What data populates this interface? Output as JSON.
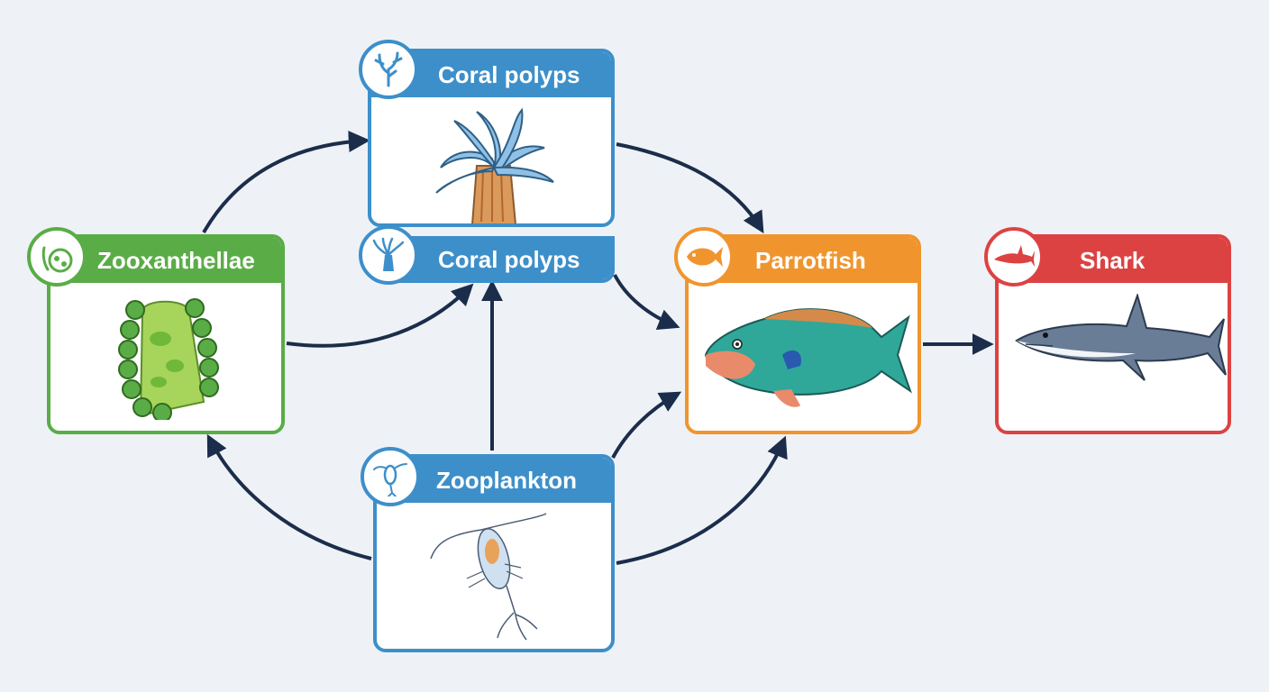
{
  "colors": {
    "coral": "#3d8fca",
    "zooxanthellae": "#5aac47",
    "parrotfish": "#f0952e",
    "shark": "#dd4242",
    "zooplankton": "#3d8fca",
    "arrow": "#1b2d4a"
  },
  "nodes": {
    "coral_polyps_top": {
      "label": "Coral polyps",
      "icon": "branching-coral-icon"
    },
    "coral_polyps_bottom": {
      "label": "Coral polyps",
      "icon": "anemone-polyp-icon"
    },
    "zooxanthellae": {
      "label": "Zooxanthellae",
      "icon": "algae-cells-icon"
    },
    "parrotfish": {
      "label": "Parrotfish",
      "icon": "fish-icon"
    },
    "shark": {
      "label": "Shark",
      "icon": "shark-icon"
    },
    "zooplankton": {
      "label": "Zooplankton",
      "icon": "copepod-icon"
    }
  },
  "edges": [
    {
      "from": "zooxanthellae",
      "to": "coral_polyps_top"
    },
    {
      "from": "zooxanthellae",
      "to": "coral_polyps_bottom"
    },
    {
      "from": "coral_polyps_top",
      "to": "parrotfish"
    },
    {
      "from": "coral_polyps_bottom",
      "to": "parrotfish"
    },
    {
      "from": "zooplankton",
      "to": "coral_polyps_bottom"
    },
    {
      "from": "zooplankton",
      "to": "zooxanthellae"
    },
    {
      "from": "zooplankton",
      "to": "parrotfish"
    },
    {
      "from": "parrotfish",
      "to": "shark"
    }
  ]
}
